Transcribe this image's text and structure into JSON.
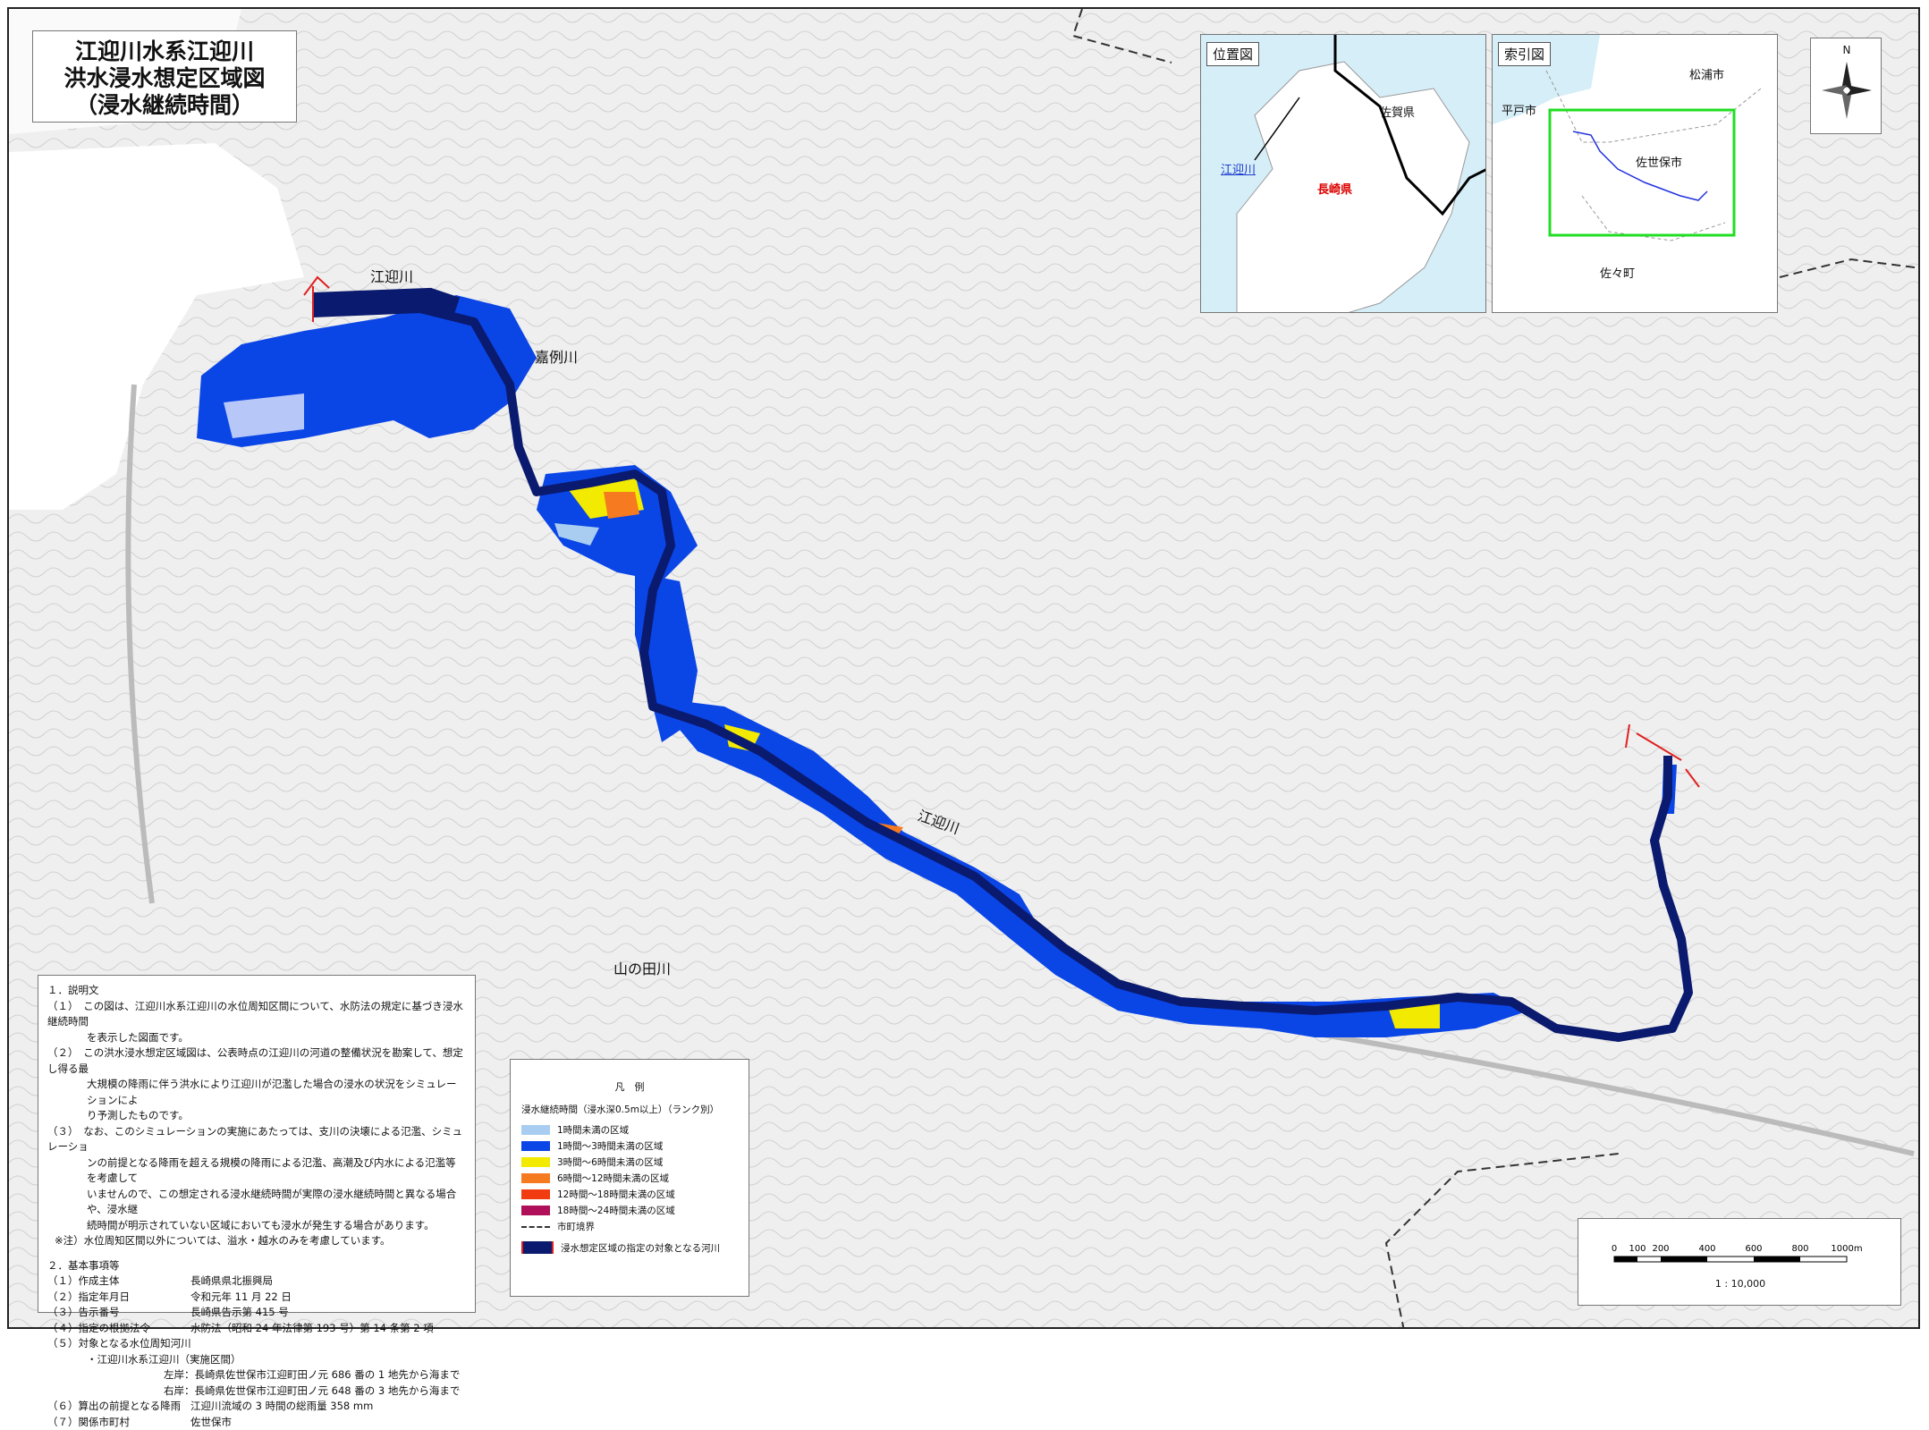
{
  "title": {
    "line1": "江迎川水系江迎川",
    "line2": "洪水浸水想定区域図",
    "line3": "（浸水継続時間）"
  },
  "map_labels": {
    "river_main_1": "江迎川",
    "river_main_2": "江迎川",
    "tributary_1": "嘉例川",
    "tributary_2": "山の田川"
  },
  "locator": {
    "title": "位置図",
    "pref1": "佐賀県",
    "pref2": "長崎県",
    "river": "江迎川"
  },
  "index_map": {
    "title": "索引図",
    "city1": "松浦市",
    "city2": "平戸市",
    "city3": "佐世保市",
    "town": "佐々町"
  },
  "north": {
    "letter": "N"
  },
  "notes": {
    "h1": "１．説明文",
    "p1a": "（１）　この図は、江迎川水系江迎川の水位周知区間について、水防法の規定に基づき浸水継続時間",
    "p1b": "を表示した図面です。",
    "p2a": "（２）　この洪水浸水想定区域図は、公表時点の江迎川の河道の整備状況を勘案して、想定し得る最",
    "p2b": "大規模の降雨に伴う洪水により江迎川が氾濫した場合の浸水の状況をシミュレーションによ",
    "p2c": "り予測したものです。",
    "p3a": "（３）　なお、このシミュレーションの実施にあたっては、支川の決壊による氾濫、シミュレーショ",
    "p3b": "ンの前提となる降雨を超える規模の降雨による氾濫、高潮及び内水による氾濫等を考慮して",
    "p3c": "いませんので、この想定される浸水継続時間が実際の浸水継続時間と異なる場合や、浸水継",
    "p3d": "続時間が明示されていない区域においても浸水が発生する場合があります。",
    "p4": "※注）水位周知区間以外については、溢水・越水のみを考慮しています。",
    "h2": "２．基本事項等",
    "r1k": "（１）作成主体",
    "r1v": "長崎県県北振興局",
    "r2k": "（２）指定年月日",
    "r2v": "令和元年 11 月 22 日",
    "r3k": "（３）告示番号",
    "r3v": "長崎県告示第 415 号",
    "r4k": "（４）指定の根拠法令",
    "r4v": "水防法（昭和 24 年法律第 193 号）第 14 条第 2 項",
    "r5k": "（５）対象となる水位周知河川",
    "r5a": "・江迎川水系江迎川（実施区間）",
    "r5b": "左岸：長崎県佐世保市江迎町田ノ元 686 番の 1 地先から海まで",
    "r5c": "右岸：長崎県佐世保市江迎町田ノ元 648 番の 3 地先から海まで",
    "r6k": "（６）算出の前提となる降雨",
    "r6v": "江迎川流域の 3 時間の総雨量 358 mm",
    "r7k": "（７）関係市町村",
    "r7v": "佐世保市"
  },
  "legend": {
    "title": "凡　例",
    "subtitle": "浸水継続時間（浸水深0.5m以上）（ランク別）",
    "items": [
      {
        "label": "1時間未満の区域",
        "color": "#a8cdf0"
      },
      {
        "label": "1時間～3時間未満の区域",
        "color": "#0a45e6"
      },
      {
        "label": "3時間～6時間未満の区域",
        "color": "#f2ea00"
      },
      {
        "label": "6時間～12時間未満の区域",
        "color": "#f57a20"
      },
      {
        "label": "12時間～18時間未満の区域",
        "color": "#f03c10"
      },
      {
        "label": "18時間～24時間未満の区域",
        "color": "#b0105a"
      }
    ],
    "boundary": "市町境界",
    "river_target": "浸水想定区域の指定の対象となる河川"
  },
  "scale": {
    "ticks": [
      "0",
      "100",
      "200",
      "400",
      "600",
      "800",
      "1000m"
    ],
    "ratio": "1 : 10,000"
  }
}
